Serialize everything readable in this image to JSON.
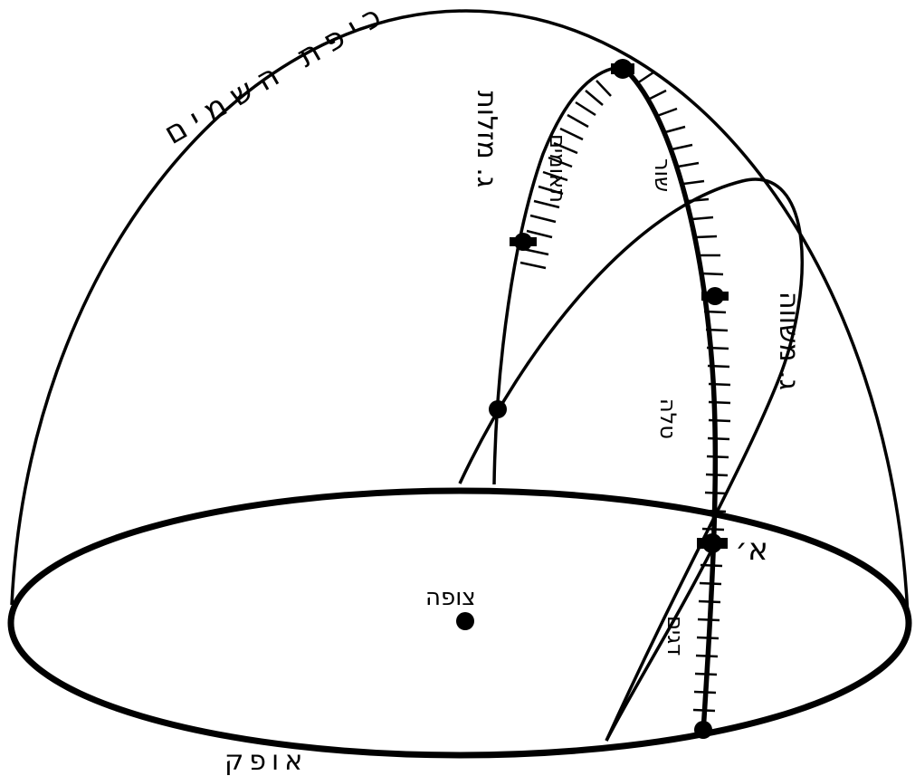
{
  "labels": {
    "sky_dome": "כיפת השמים",
    "ecliptic": "ג. מזלות",
    "equator": "ג. משווה",
    "horizon": "אופק",
    "observer": "צופה",
    "gemini": "תאומים",
    "taurus": "שור",
    "aries": "טלה",
    "pisces": "דגים",
    "point_a": "א׳"
  },
  "colors": {
    "ink": "#000000",
    "background": "#ffffff"
  }
}
